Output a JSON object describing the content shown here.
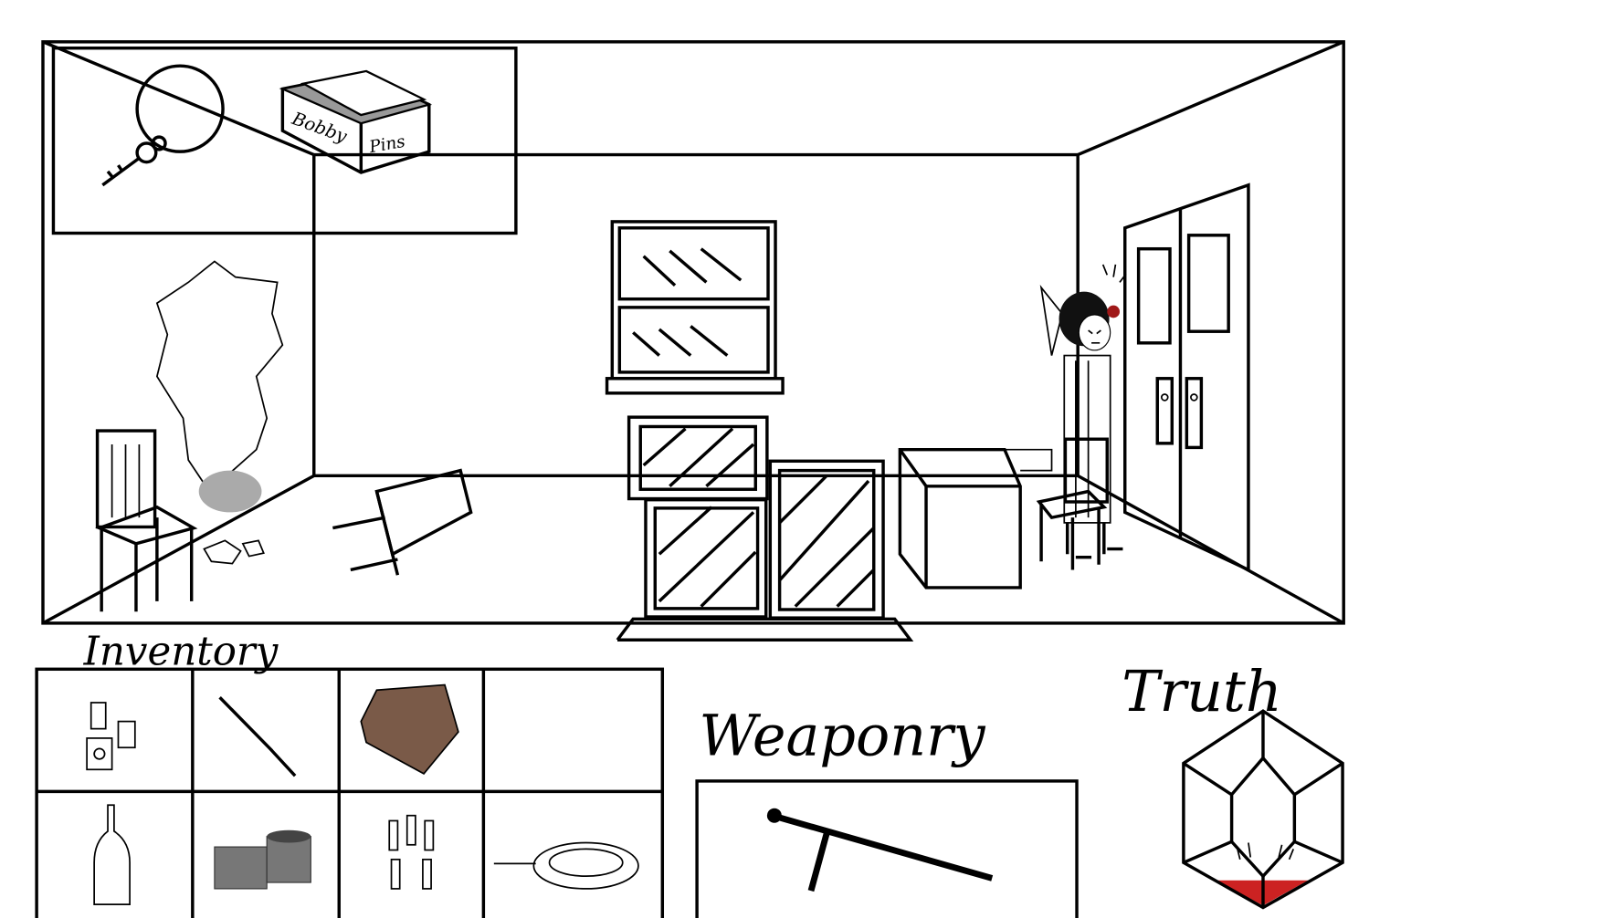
{
  "inventory": {
    "title": "Inventory",
    "slots": [
      {
        "item": "circuit-parts"
      },
      {
        "item": "screwdriver"
      },
      {
        "item": "sandpaper"
      },
      {
        "item": "empty"
      },
      {
        "item": "bottle"
      },
      {
        "item": "duct-tape"
      },
      {
        "item": "bullets"
      },
      {
        "item": "rope"
      }
    ]
  },
  "key_items": {
    "box_label_1": "Bobby",
    "box_label_2": "Pins"
  },
  "weaponry": {
    "title": "Weaponry",
    "equipped": "cane-sword"
  },
  "truth": {
    "title": "Truth",
    "fill_percent": 15,
    "fill_color": "#cc2222"
  }
}
